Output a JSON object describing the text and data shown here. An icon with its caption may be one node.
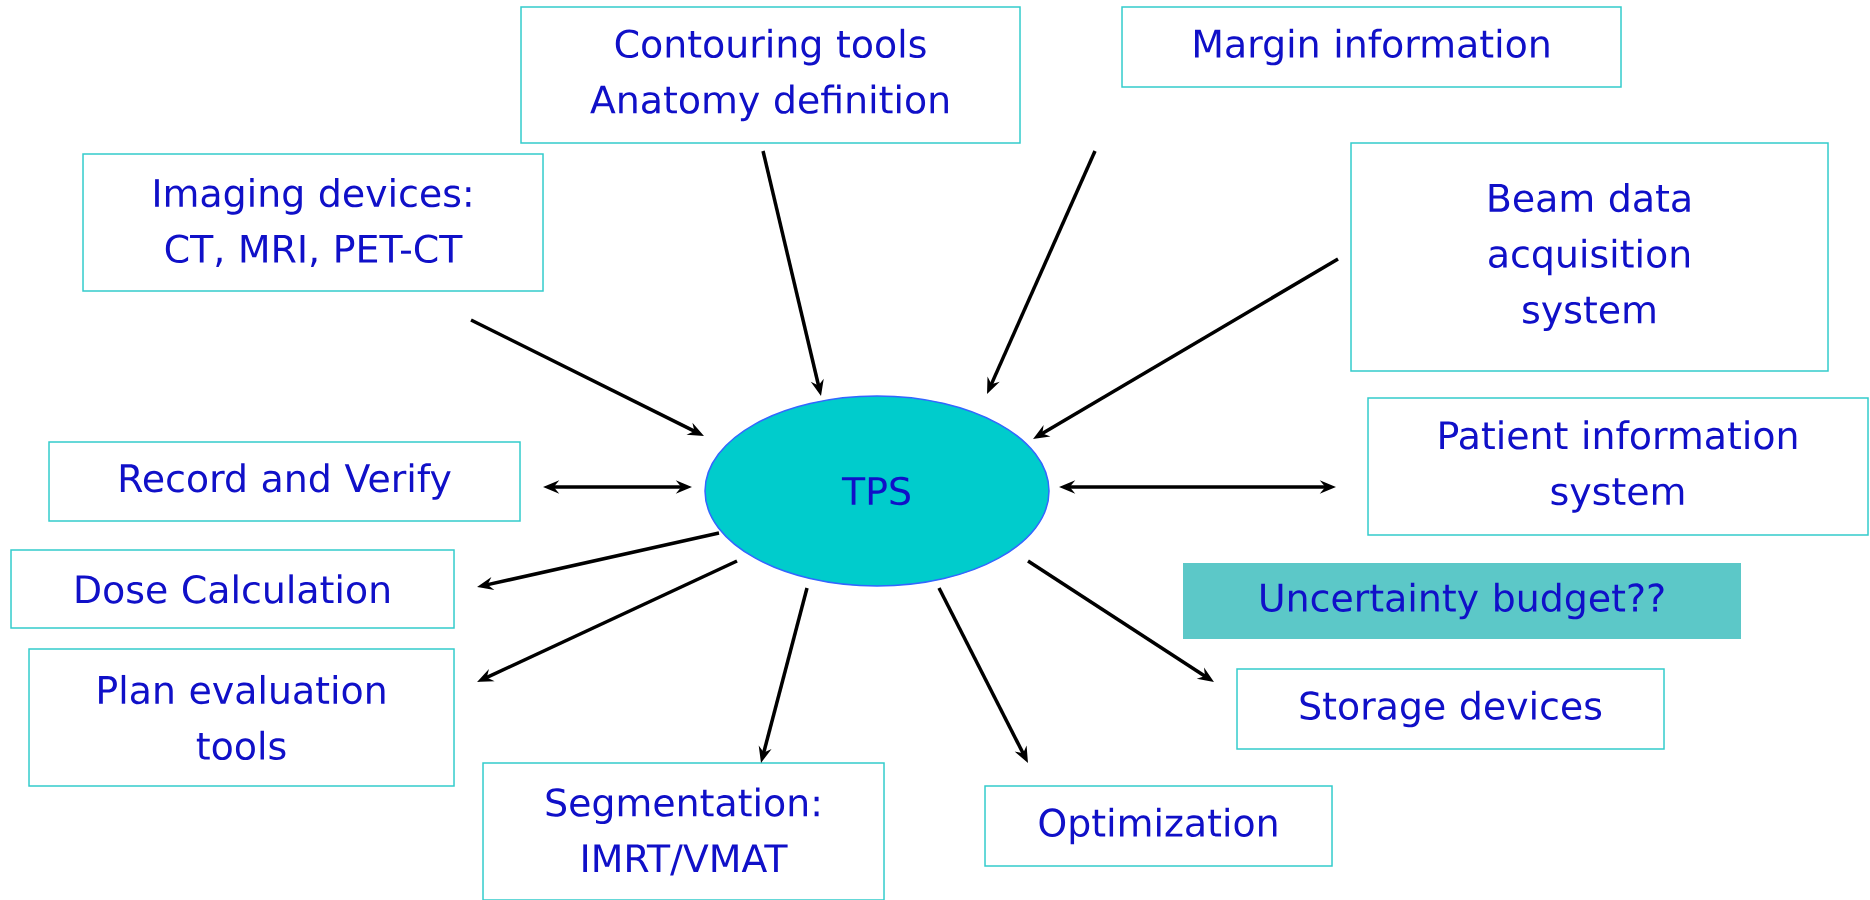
{
  "diagram": {
    "nodes": [
      {
        "text": [
          "TPS"
        ]
      },
      {
        "text": [
          "Contouring tools Anatomy definition"
        ]
      },
      {
        "text": [
          "Margin information"
        ]
      },
      {
        "text": [
          "Imaging devices: CT, MRI, PET-CT"
        ]
      },
      {
        "text": [
          "Beam data acquisition system"
        ]
      },
      {
        "text": [
          "Record and Verify"
        ]
      },
      {
        "text": [
          "Patient information system"
        ]
      },
      {
        "text": [
          "Uncertainty budget??"
        ]
      },
      {
        "text": [
          "Dose Calculation"
        ]
      },
      {
        "text": [
          "Plan evaluation tools"
        ]
      },
      {
        "text": [
          "Storage devices"
        ]
      },
      {
        "text": [
          "Segmentation: IMRT/VMAT"
        ]
      },
      {
        "text": [
          "Optimization"
        ]
      }
    ],
    "edges": [
      {
        "from": 1,
        "to": 0,
        "arrow": "to"
      },
      {
        "from": 2,
        "to": 0,
        "arrow": "to"
      },
      {
        "from": 3,
        "to": 0,
        "arrow": "to"
      },
      {
        "from": 4,
        "to": 0,
        "arrow": "to"
      },
      {
        "from": 5,
        "to": 0,
        "arrow": "both"
      },
      {
        "from": 0,
        "to": 6,
        "arrow": "both"
      },
      {
        "from": 0,
        "to": 8,
        "arrow": "to"
      },
      {
        "from": 0,
        "to": 9,
        "arrow": "to"
      },
      {
        "from": 0,
        "to": 10,
        "arrow": "to"
      },
      {
        "from": 0,
        "to": 11,
        "arrow": "to"
      },
      {
        "from": 0,
        "to": 12,
        "arrow": "to"
      }
    ]
  }
}
